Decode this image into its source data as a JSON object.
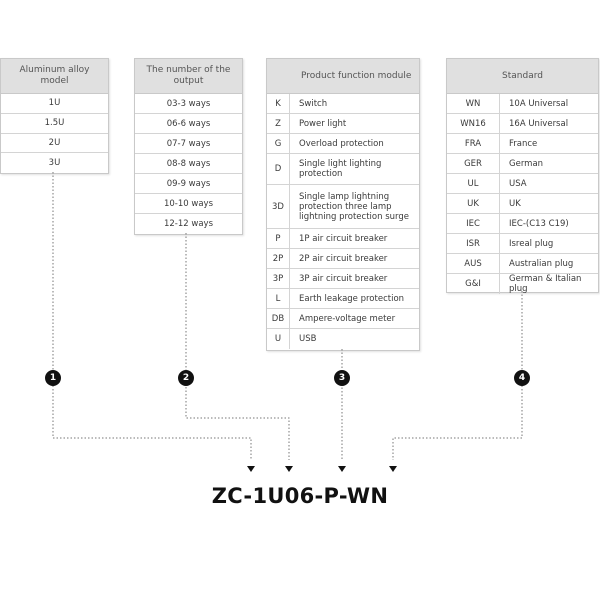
{
  "box1": {
    "header": "Aluminum alloy model",
    "items": [
      "1U",
      "1.5U",
      "2U",
      "3U"
    ]
  },
  "box2": {
    "header": "The number of the output",
    "items": [
      "03-3 ways",
      "06-6 ways",
      "07-7 ways",
      "08-8 ways",
      "09-9 ways",
      "10-10 ways",
      "12-12 ways"
    ]
  },
  "box3": {
    "header": "Product function module",
    "rows": [
      {
        "code": "K",
        "desc": "Switch"
      },
      {
        "code": "Z",
        "desc": "Power light"
      },
      {
        "code": "G",
        "desc": "Overload protection"
      },
      {
        "code": "D",
        "desc": "Single light lighting protection"
      },
      {
        "code": "3D",
        "desc": "Single lamp lightning protection three lamp lightning protection surge"
      },
      {
        "code": "P",
        "desc": "1P air circuit breaker"
      },
      {
        "code": "2P",
        "desc": "2P air circuit breaker"
      },
      {
        "code": "3P",
        "desc": "3P air circuit breaker"
      },
      {
        "code": "L",
        "desc": "Earth leakage protection"
      },
      {
        "code": "DB",
        "desc": "Ampere-voltage meter"
      },
      {
        "code": "U",
        "desc": "USB"
      }
    ]
  },
  "box4": {
    "header": "Standard",
    "rows": [
      {
        "code": "WN",
        "desc": "10A Universal"
      },
      {
        "code": "WN16",
        "desc": "16A Universal"
      },
      {
        "code": "FRA",
        "desc": "France"
      },
      {
        "code": "GER",
        "desc": "German"
      },
      {
        "code": "UL",
        "desc": "USA"
      },
      {
        "code": "UK",
        "desc": "UK"
      },
      {
        "code": "IEC",
        "desc": "IEC-(C13 C19)"
      },
      {
        "code": "ISR",
        "desc": "Isreal plug"
      },
      {
        "code": "AUS",
        "desc": "Australian plug"
      },
      {
        "code": "G&I",
        "desc": "German & Italian plug"
      }
    ]
  },
  "badges": [
    "1",
    "2",
    "3",
    "4"
  ],
  "model_code": "ZC-1U06-P-WN"
}
